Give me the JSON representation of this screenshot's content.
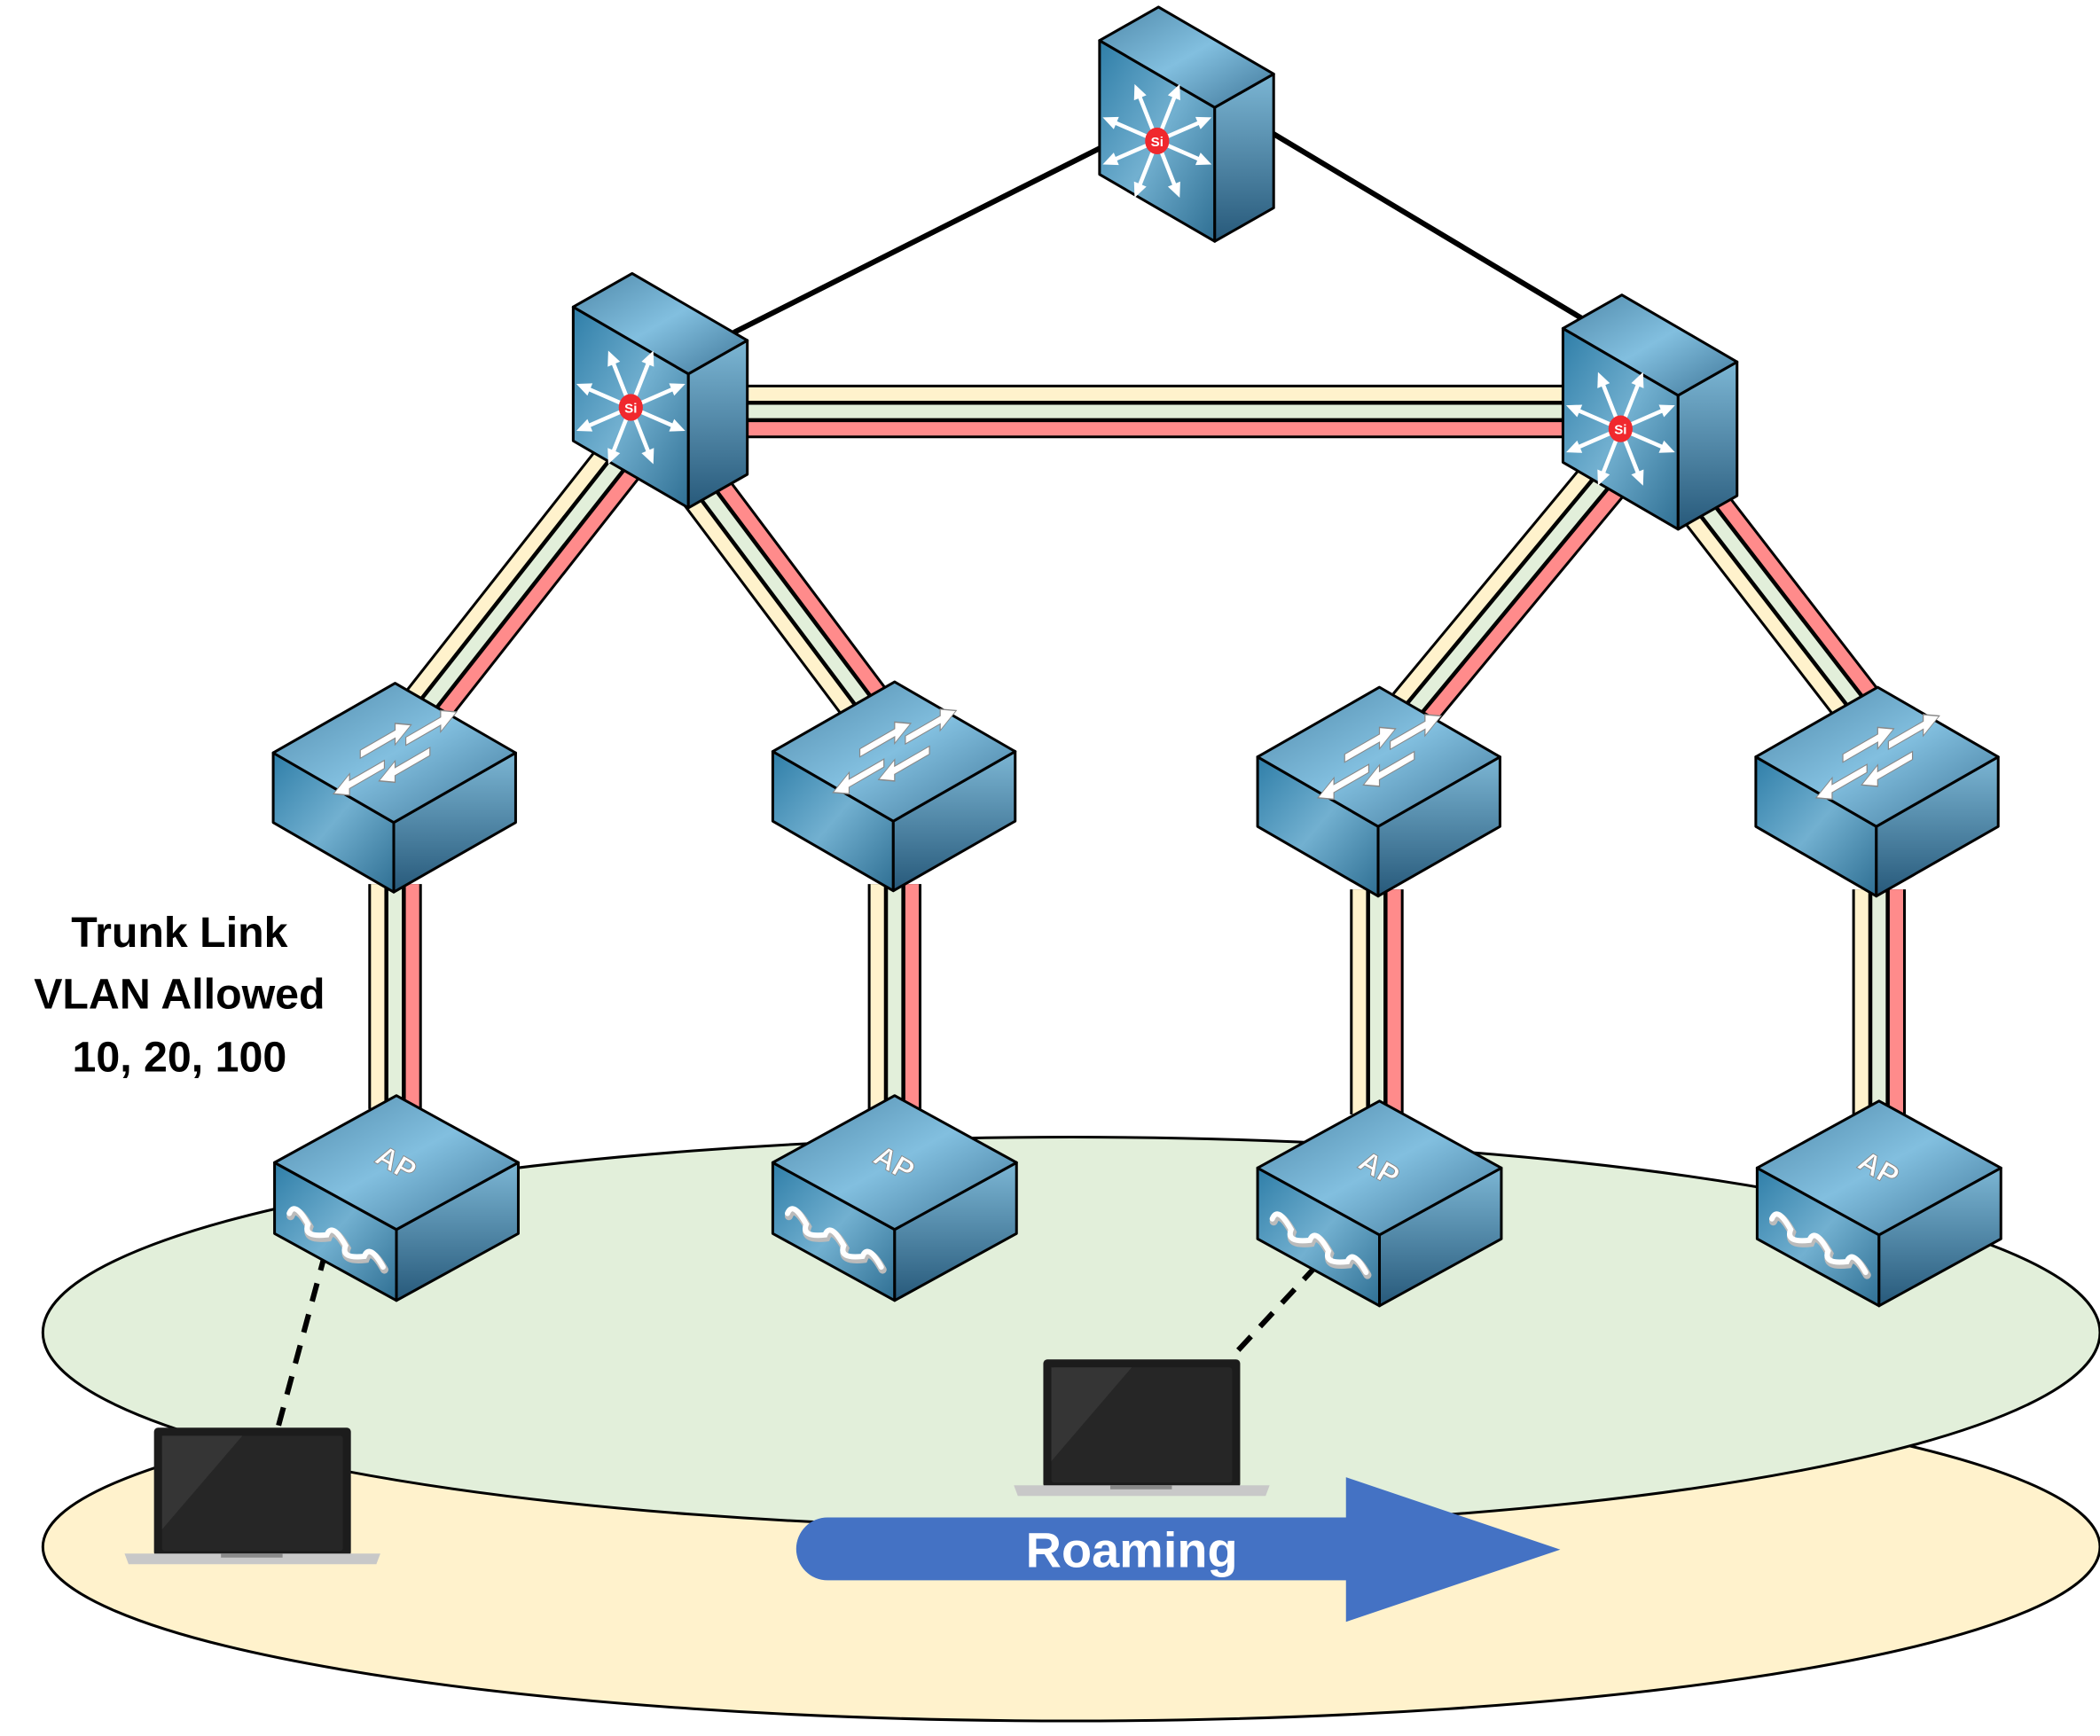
{
  "labels": {
    "trunk_line1": "Trunk Link",
    "trunk_line2": "VLAN Allowed",
    "trunk_line3": "10, 20, 100",
    "roaming": "Roaming"
  },
  "icon_labels": {
    "ap": "AP",
    "layer3": "Si"
  },
  "nodes": {
    "core": "multilayer-switch",
    "distribution": [
      "multilayer-switch",
      "multilayer-switch"
    ],
    "access": [
      "switch",
      "switch",
      "switch",
      "switch"
    ],
    "access_points": [
      "access-point",
      "access-point",
      "access-point",
      "access-point"
    ],
    "clients": [
      "laptop",
      "laptop"
    ]
  },
  "colors": {
    "vlan_yellow": "#fff2cc",
    "vlan_green": "#e2efda",
    "vlan_red": "#ff8b8b",
    "cell_green": "#e2efda",
    "cell_yellow": "#fff2cc",
    "roaming_arrow": "#4472c4",
    "device_blue": "#4a8ab0"
  }
}
